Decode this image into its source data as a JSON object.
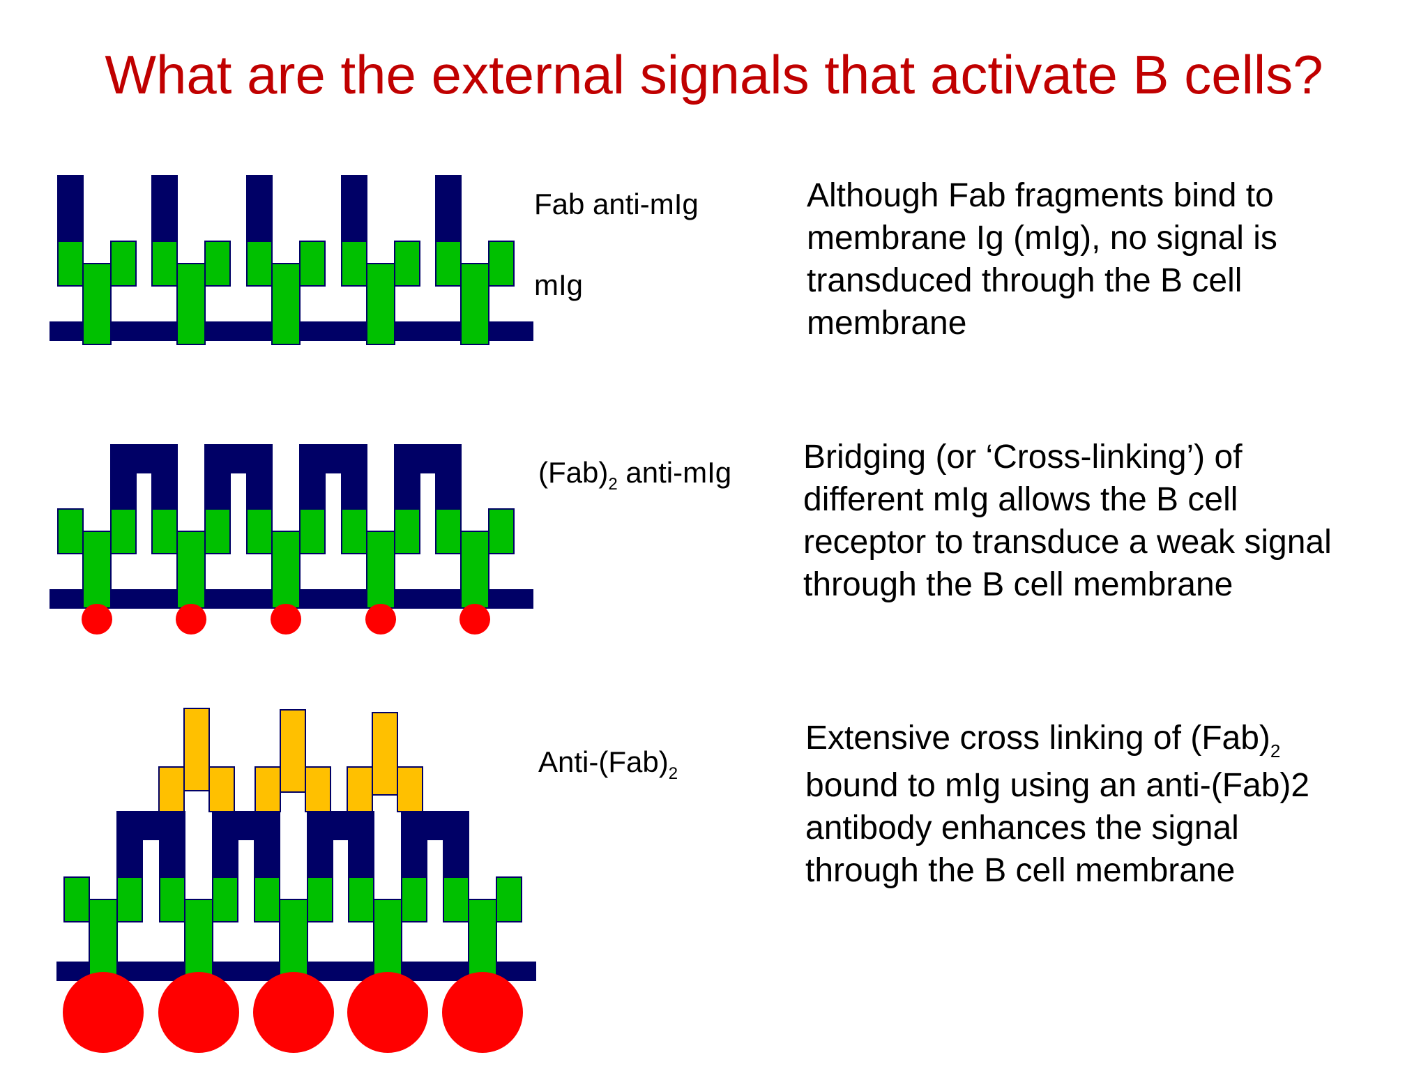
{
  "title": "What are the external signals that activate B cells?",
  "panels": [
    {
      "labels": [
        "Fab anti-mIg",
        "mIg"
      ],
      "description": [
        "Although Fab fragments bind to",
        "membrane Ig (mIg), no signal is",
        "transduced through the B cell",
        "membrane"
      ]
    },
    {
      "label": {
        "pre": "(Fab)",
        "sub": "2",
        "post": " anti-mIg"
      },
      "description": [
        "Bridging (or ‘Cross-linking’) of",
        "different mIg allows the B cell",
        "receptor to transduce a weak signal",
        "through the B cell membrane"
      ]
    },
    {
      "label": {
        "pre": "Anti-(Fab)",
        "sub": "2",
        "post": ""
      },
      "description_first": {
        "pre": "Extensive cross linking of (Fab)",
        "sub": "2"
      },
      "description": [
        "bound to mIg using an anti-(Fab)2",
        "antibody enhances the signal",
        "through the B cell membrane"
      ]
    }
  ],
  "colors": {
    "title": "#c00000",
    "membrane": "#000066",
    "mig": "#00c000",
    "fab": "#000066",
    "anti_fab2": "#ffc000",
    "signal": "#ff0000"
  }
}
